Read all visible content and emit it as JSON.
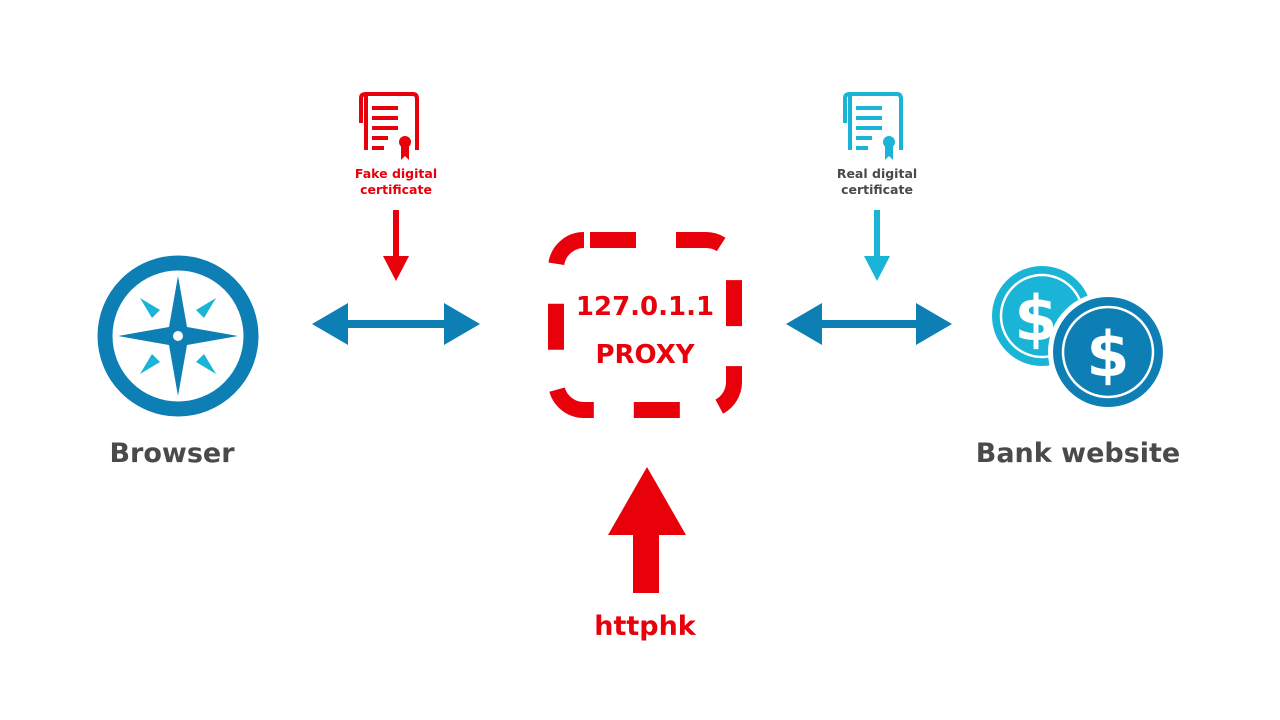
{
  "browser": {
    "label": "Browser",
    "icon": "compass-icon"
  },
  "bank": {
    "label": "Bank website",
    "icon": "coins-icon"
  },
  "fake_certificate": {
    "line1": "Fake digital",
    "line2": "certificate",
    "icon": "certificate-icon"
  },
  "real_certificate": {
    "line1": "Real digital",
    "line2": "certificate",
    "icon": "certificate-icon"
  },
  "proxy": {
    "address": "127.0.1.1",
    "label": "PROXY"
  },
  "attacker": {
    "label": "httphk"
  },
  "colors": {
    "red": "#e8000b",
    "blue": "#0e7fb5",
    "cyan": "#1ab4d6",
    "gray": "#4a4a4a"
  }
}
